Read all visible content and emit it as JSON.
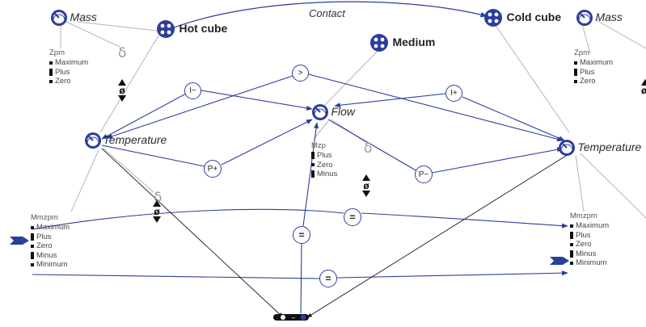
{
  "entities": {
    "hot_cube": "Hot cube",
    "cold_cube": "Cold cube",
    "medium": "Medium"
  },
  "configuration": {
    "contact": "Contact"
  },
  "quantities": {
    "mass_left": "Mass",
    "mass_right": "Mass",
    "temperature_left": "Temperature",
    "temperature_right": "Temperature",
    "flow": "Flow"
  },
  "quantity_spaces": {
    "zpm": {
      "title": "Zpm",
      "values": [
        "Maximum",
        "Plus",
        "Zero"
      ]
    },
    "mzp": {
      "title": "Mzp",
      "values": [
        "Plus",
        "Zero",
        "Minus"
      ]
    },
    "mmzpm": {
      "title": "Mmzpm",
      "values": [
        "Maximum",
        "Plus",
        "Zero",
        "Minus",
        "Minimum"
      ]
    }
  },
  "derivative_symbol": "δ",
  "zero_derivative_symbol": "ø",
  "dependencies": {
    "influence_negative": "I−",
    "influence_positive": "I+",
    "proportionality_positive": "P+",
    "proportionality_negative": "P−",
    "greater_than": ">",
    "equal": "="
  },
  "colors": {
    "link": "#2c3e9c",
    "structural_link": "#b5b5b5",
    "icon": "#2c3e9c",
    "value_marker": "#111111"
  }
}
